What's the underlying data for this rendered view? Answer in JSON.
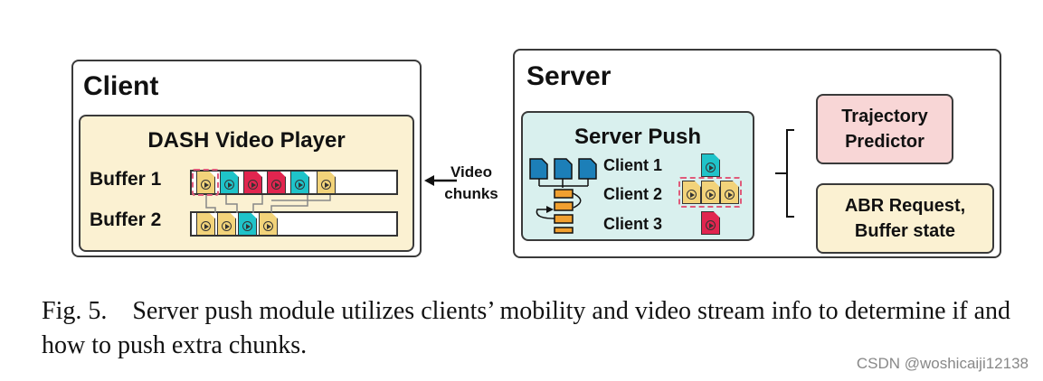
{
  "client": {
    "title": "Client",
    "player_title": "DASH Video Player",
    "buffer1_label": "Buffer 1",
    "buffer2_label": "Buffer 2"
  },
  "transfer": {
    "label_line1": "Video",
    "label_line2": "chunks"
  },
  "server": {
    "title": "Server",
    "push_title": "Server Push",
    "clients": [
      "Client 1",
      "Client 2",
      "Client 3"
    ],
    "trajectory_line1": "Trajectory",
    "trajectory_line2": "Predictor",
    "abr_line1": "ABR Request,",
    "abr_line2": "Buffer state"
  },
  "caption": {
    "fig_number": "Fig. 5.",
    "text": "Server push module utilizes clients’ mobility and video stream info to determine if and how to push extra chunks."
  },
  "watermark": "CSDN @woshicaiji12138",
  "colors": {
    "client_box_fill": "#fbf1d2",
    "server_push_fill": "#d9f0ee",
    "trajectory_fill": "#f8d6d6",
    "chunk_yellow": "#f2d37a",
    "chunk_cyan": "#1fc3c9",
    "chunk_red": "#e1254f",
    "queue_orange": "#f0a030",
    "doc_blue": "#1c7fb8"
  }
}
